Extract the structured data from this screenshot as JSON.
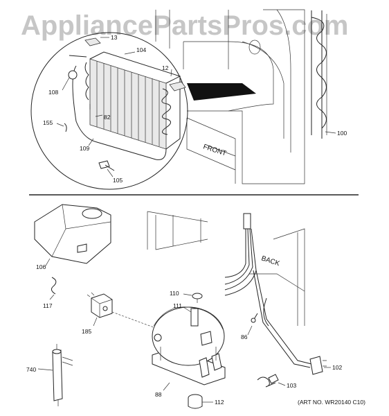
{
  "watermark": "AppliancePartsPros.com",
  "art_number": "(ART NO. WR20140 C10)",
  "panel_labels": {
    "front": "FRONT",
    "back": "BACK"
  },
  "callouts": {
    "c13": "13",
    "c104": "104",
    "c12": "12",
    "c108": "108",
    "c82": "82",
    "c155": "155",
    "c109": "109",
    "c105": "105",
    "c100": "100",
    "c106": "106",
    "c117": "117",
    "c110": "110",
    "c111": "111",
    "c185": "185",
    "c86": "86",
    "c102": "102",
    "c740": "740",
    "c103": "103",
    "c88": "88",
    "c112": "112"
  }
}
